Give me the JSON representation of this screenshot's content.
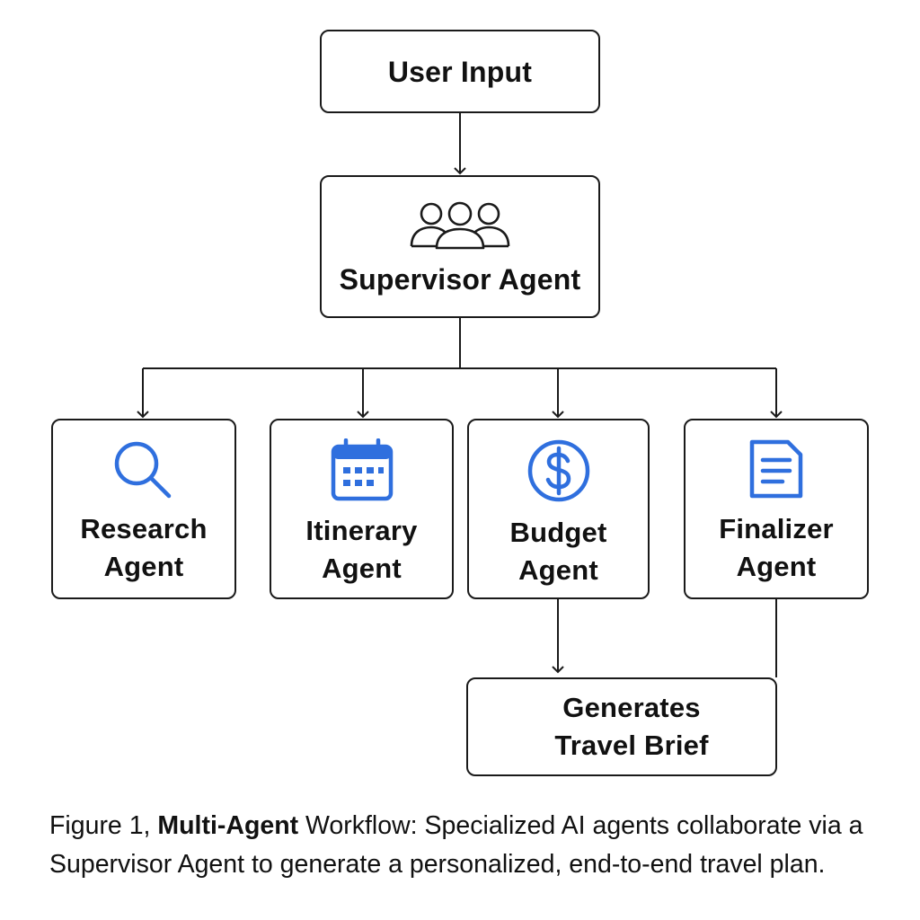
{
  "nodes": {
    "user_input": "User Input",
    "supervisor": "Supervisor Agent",
    "research": "Research\nAgent",
    "itinerary": "Itinerary\nAgent",
    "budget": "Budget\nAgent",
    "finalizer": "Finalizer\nAgent",
    "brief": "Generates\nTravel Brief"
  },
  "icons": {
    "supervisor": "people-group-icon",
    "research": "magnifier-icon",
    "itinerary": "calendar-icon",
    "budget": "dollar-coin-icon",
    "finalizer": "document-icon"
  },
  "edges": [
    {
      "from": "User Input",
      "to": "Supervisor Agent"
    },
    {
      "from": "Supervisor Agent",
      "to": "Research Agent"
    },
    {
      "from": "Supervisor Agent",
      "to": "Itinerary Agent"
    },
    {
      "from": "Supervisor Agent",
      "to": "Budget Agent"
    },
    {
      "from": "Supervisor Agent",
      "to": "Finalizer Agent"
    },
    {
      "from": "Budget Agent",
      "to": "Generates Travel Brief"
    },
    {
      "from": "Finalizer Agent",
      "to": "Generates Travel Brief"
    }
  ],
  "caption": {
    "prefix": "Figure 1, ",
    "title": "Multi-Agent",
    "rest": " Workflow: Specialized AI agents collaborate via a Supervisor Agent to generate a personalized, end-to-end travel plan."
  },
  "colors": {
    "icon_blue": "#2f6fde",
    "stroke": "#1a1a1a"
  }
}
